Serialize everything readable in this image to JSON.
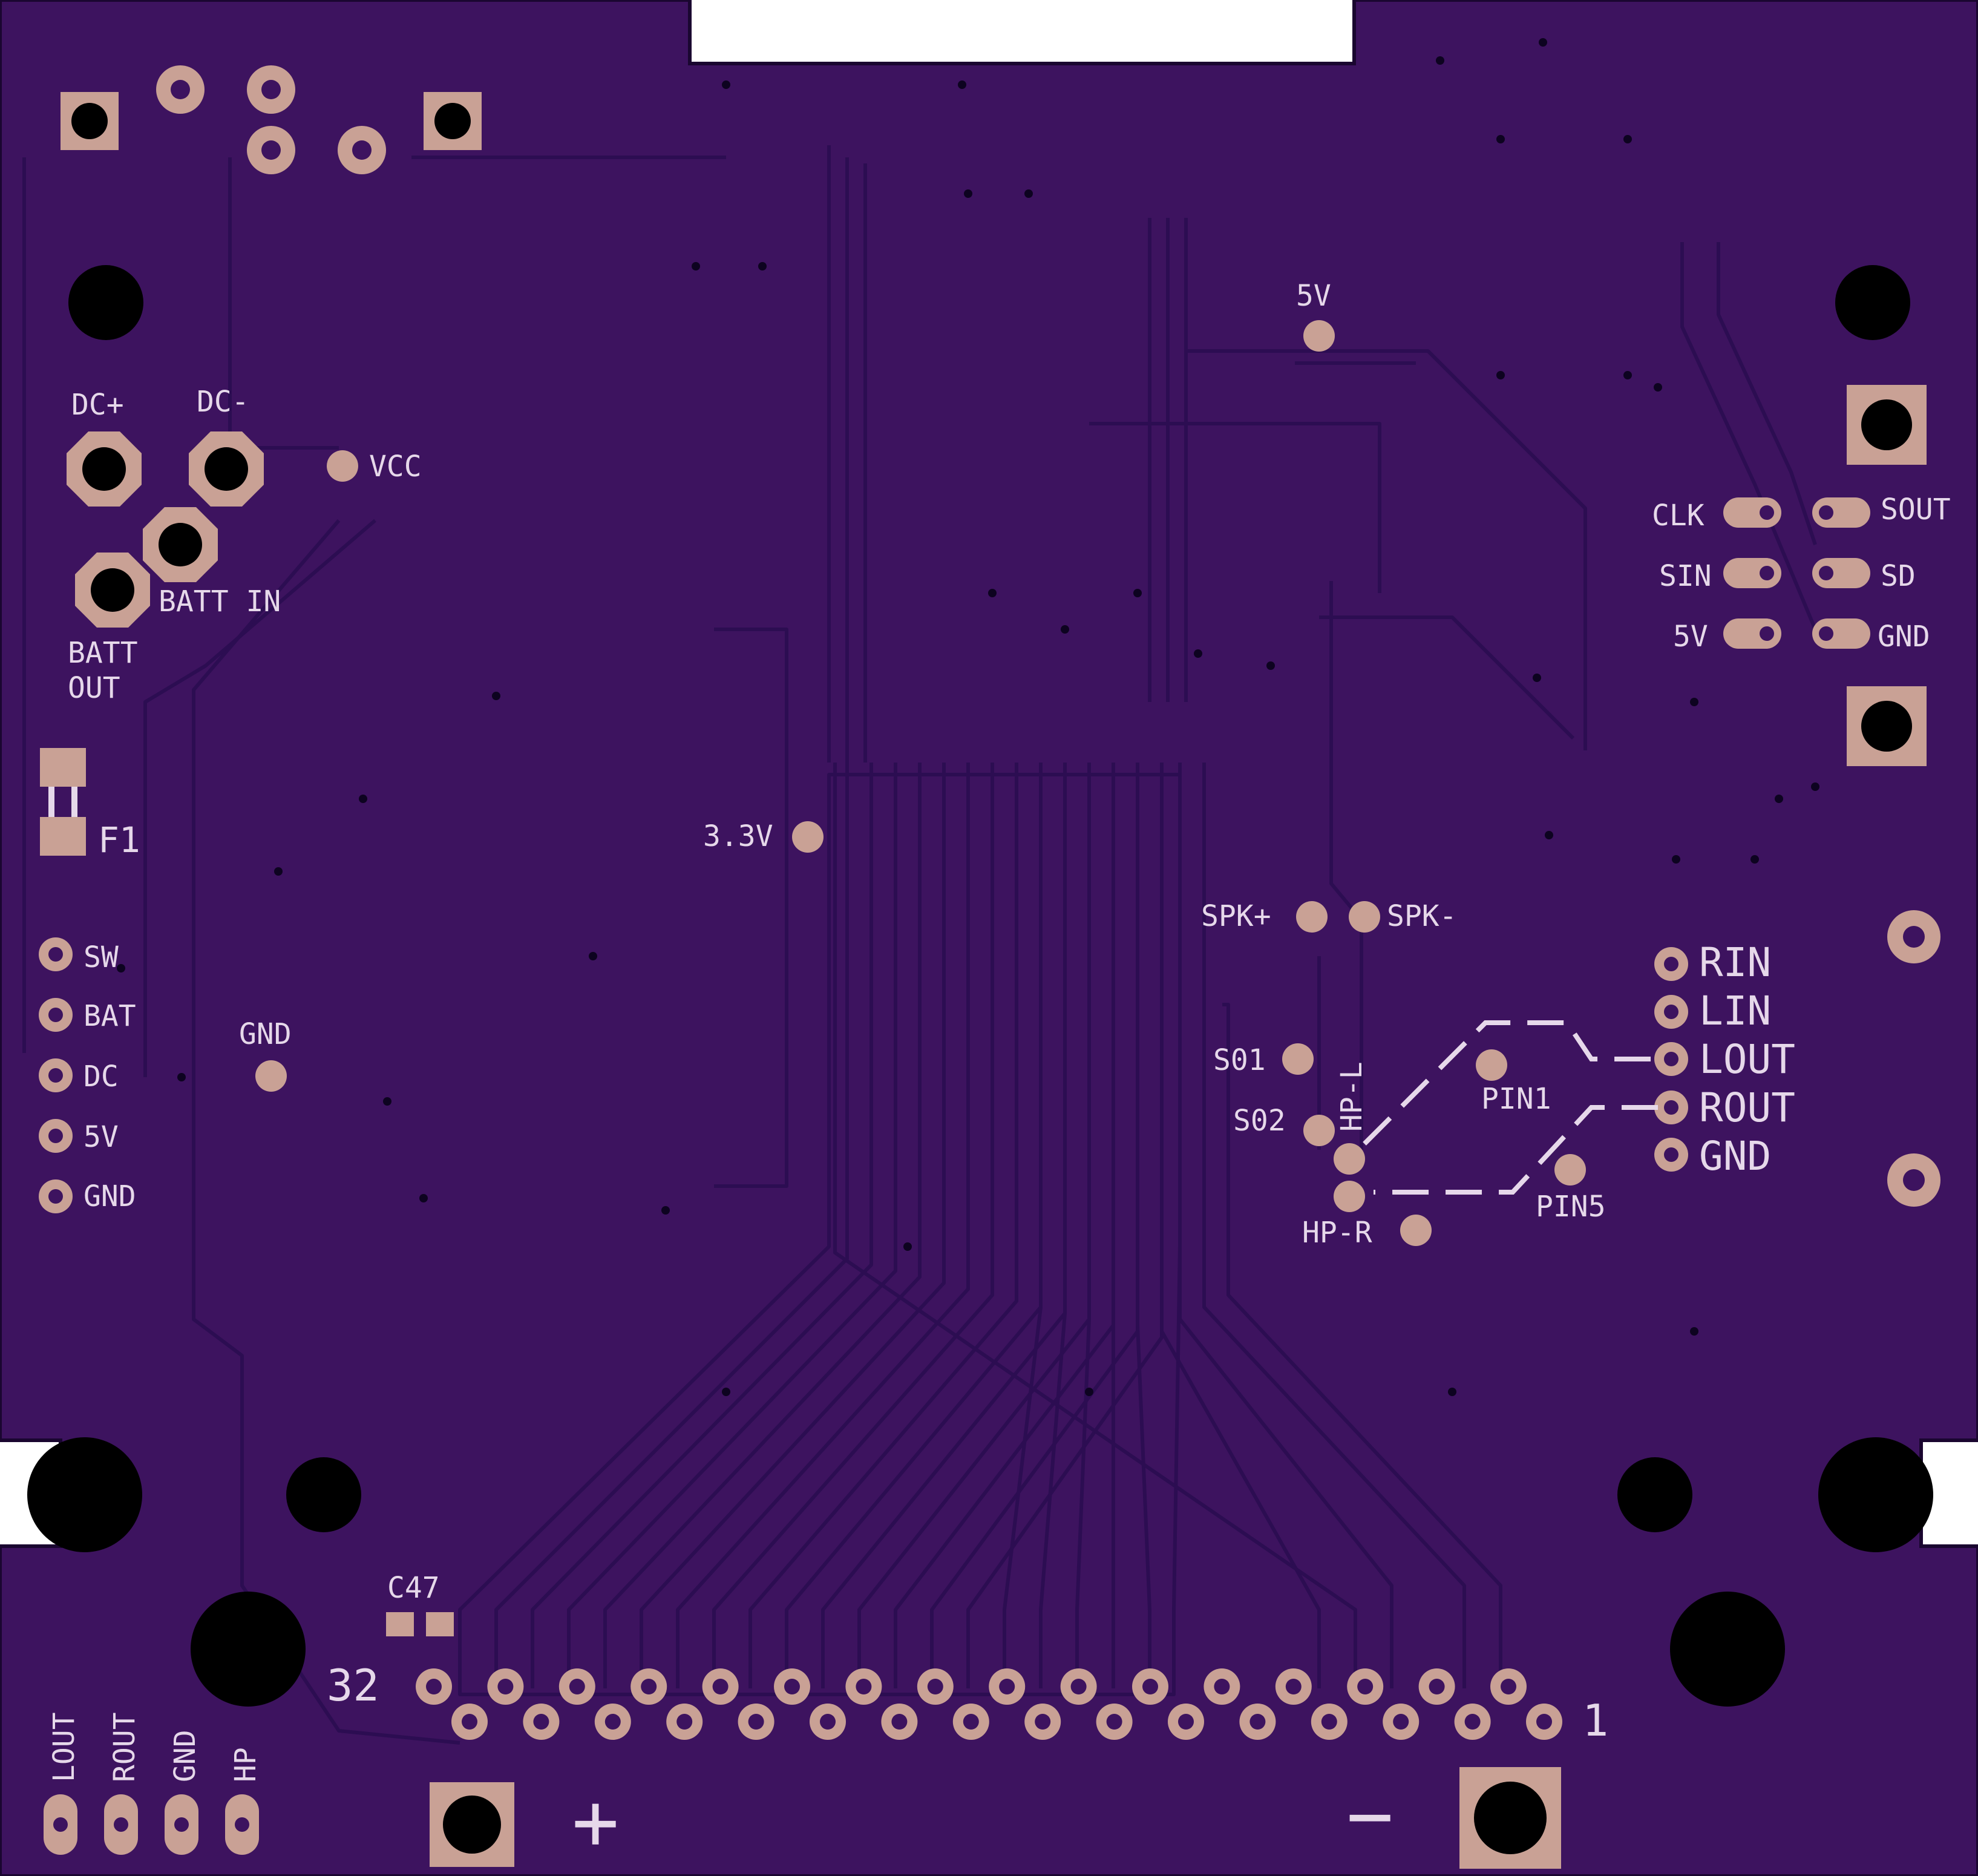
{
  "colors": {
    "board": "#3d135f",
    "copper_pad": "#c9a195",
    "hole": "#000000",
    "silkscreen": "#e6d8ea",
    "trace": "#2c0d52",
    "background": "#ffffff"
  },
  "labels": {
    "dc_plus": "DC+",
    "dc_minus": "DC-",
    "vcc": "VCC",
    "batt_in": "BATT IN",
    "batt_out_1": "BATT",
    "batt_out_2": "OUT",
    "f1": "F1",
    "sw": "SW",
    "bat": "BAT",
    "dc": "DC",
    "5v_left": "5V",
    "gnd_left": "GND",
    "gnd_mid": "GND",
    "3v3": "3.3V",
    "5v_top": "5V",
    "clk": "CLK",
    "sin": "SIN",
    "5v_link": "5V",
    "sout": "SOUT",
    "sd": "SD",
    "gnd_link": "GND",
    "spk_plus": "SPK+",
    "spk_minus": "SPK-",
    "s01": "S01",
    "s02": "S02",
    "hp_l": "HP-L",
    "hp_r": "HP-R",
    "pin1": "PIN1",
    "pin5": "PIN5",
    "rin": "RIN",
    "lin": "LIN",
    "lout": "LOUT",
    "rout": "ROUT",
    "gnd_audio": "GND",
    "c47": "C47",
    "pin32": "32",
    "pin_1": "1",
    "plus": "+",
    "minus": "−",
    "bottom_lout": "LOUT",
    "bottom_rout": "ROUT",
    "bottom_gnd": "GND",
    "bottom_hp": "HP"
  }
}
